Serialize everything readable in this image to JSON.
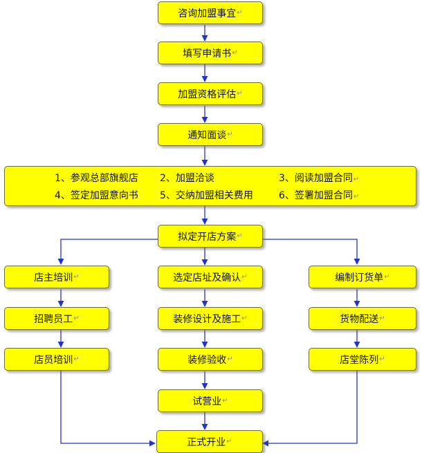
{
  "nodes": {
    "consult": "咨询加盟事宜",
    "apply": "填写申请书",
    "evaluate": "加盟资格评估",
    "notify": "通知面谈",
    "steps": [
      "1、参观总部旗舰店",
      "2、加盟洽谈",
      "3、阅读加盟合同",
      "4、签定加盟意向书",
      "5、交纳加盟相关费用",
      "6、签署加盟合同"
    ],
    "plan": "拟定开店方案",
    "owner_training": "店主培训",
    "recruit": "招聘员工",
    "staff_training": "店员培训",
    "site_select": "选定店址及确认",
    "decorate": "装修设计及施工",
    "inspect": "装修验收",
    "trial": "试营业",
    "open": "正式开业",
    "order": "编制订货单",
    "delivery": "货物配送",
    "display": "店堂陈列"
  },
  "mark": "↵",
  "colors": {
    "box_fill": "#ffff00",
    "box_border": "#6b6b2a",
    "arrow": "#2233cc"
  }
}
